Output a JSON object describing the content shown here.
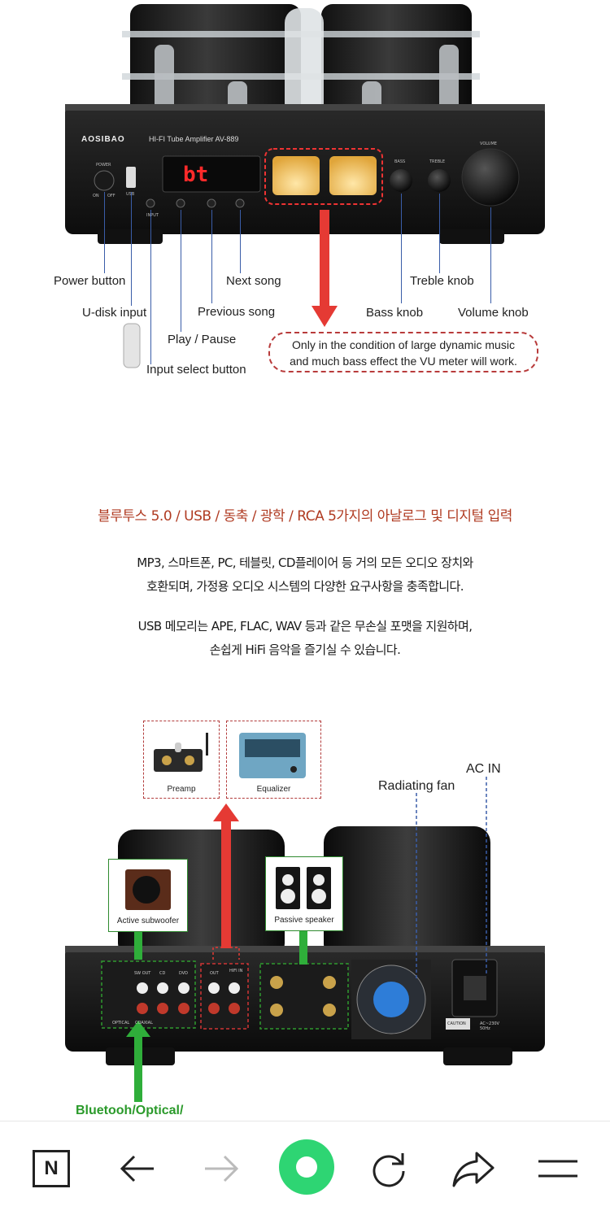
{
  "amp_front": {
    "brand": "AOSIBAO",
    "model": "HI-FI Tube Amplifier AV-889",
    "display": "bt",
    "panel_power": "POWER",
    "panel_usb": "USB",
    "panel_on": "ON",
    "panel_off": "OFF",
    "panel_input": "INPUT",
    "panel_bass": "BASS",
    "panel_treble": "TREBLE",
    "panel_volume": "VOLUME"
  },
  "labels": {
    "power_button": "Power button",
    "u_disk_input": "U-disk input",
    "play_pause": "Play / Pause",
    "input_select": "Input select button",
    "next_song": "Next song",
    "previous_song": "Previous song",
    "treble_knob": "Treble knob",
    "bass_knob": "Bass knob",
    "volume_knob": "Volume knob",
    "vu_note_line1": "Only in the condition of large dynamic music",
    "vu_note_line2": "and much bass effect the VU meter will work."
  },
  "korean": {
    "title": "블루투스 5.0 / USB / 동축 / 광학 / RCA  5가지의 아날로그 및 디지털 입력",
    "p1_line1": "MP3, 스마트폰, PC, 테블릿, CD플레이어 등 거의 모든 오디오 장치와",
    "p1_line2": "호환되며, 가정용 오디오 시스템의 다양한 요구사항을 충족합니다.",
    "p2_line1": "USB 메모리는 APE, FLAC, WAV 등과 같은 무손실 포맷을 지원하며,",
    "p2_line2": "손쉽게 HiFi 음악을 즐기실 수 있습니다."
  },
  "rear": {
    "preamp": "Preamp",
    "equalizer": "Equalizer",
    "radiating_fan": "Radiating fan",
    "ac_in": "AC IN",
    "active_subwoofer": "Active subwoofer",
    "passive_speaker": "Passive speaker",
    "bluetooth_optical": "Bluetooh/Optical/",
    "panel_optical": "OPTICAL",
    "panel_coaxial": "COAXIAL",
    "panel_swout": "SW OUT",
    "panel_cd": "CD",
    "panel_dvd": "DVD",
    "panel_out": "OUT",
    "panel_hifiin": "HIFI IN",
    "panel_caution": "CAUTION",
    "panel_ac": "AC~230V 50Hz"
  },
  "nav": {
    "n_icon": "N",
    "colors": {
      "accent": "#2ed573",
      "icon": "#222222",
      "disabled": "#bbbbbb"
    }
  }
}
